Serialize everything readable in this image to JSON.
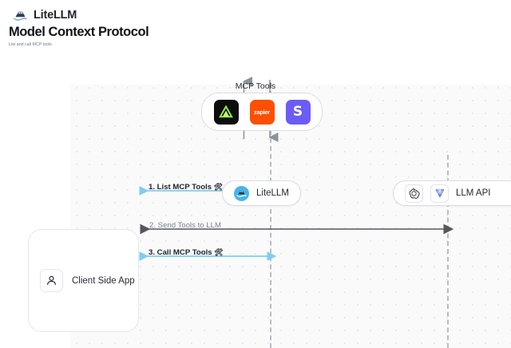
{
  "header": {
    "brand": "LiteLLM",
    "brand_logo_icon": "litellm-ship-icon",
    "title": "Model Context Protocol",
    "subtitle": "List and call MCP tools"
  },
  "diagram": {
    "tools_group": {
      "label": "MCP Tools",
      "tools": [
        {
          "name": "alpha-tool-icon",
          "text": "",
          "color": "#0d0d0d",
          "glyph": "triangle"
        },
        {
          "name": "zapier-tool-icon",
          "text": "zapier",
          "color": "#ff4f00",
          "glyph": "text"
        },
        {
          "name": "slack-s-tool-icon",
          "text": "S",
          "color": "#6b5cf6",
          "glyph": "text"
        }
      ]
    },
    "nodes": [
      {
        "id": "litellm",
        "label": "LiteLLM",
        "icon": "litellm-avatar-icon"
      },
      {
        "id": "llm_api",
        "label": "LLM API",
        "icons": [
          "openai-icon",
          "vertex-ai-icon"
        ]
      },
      {
        "id": "client",
        "label": "Client Side App",
        "icon": "user-person-icon"
      }
    ],
    "edges": [
      {
        "id": "e1",
        "label": "1. List MCP Tools",
        "emoji": "🛠",
        "color": "#7fcdf4",
        "direction": "bidirectional"
      },
      {
        "id": "e2",
        "label": "2. Send Tools to LLM",
        "emoji": "",
        "color": "#53585f",
        "direction": "bidirectional"
      },
      {
        "id": "e3",
        "label": "3. Call MCP Tools",
        "emoji": "🛠",
        "color": "#7fcdf4",
        "direction": "bidirectional"
      }
    ],
    "colors": {
      "canvas": "#fafafa",
      "dot": "#e3e4e8",
      "lifeline": "#b9bcc2",
      "accent_blue": "#7fcdf4",
      "accent_gray": "#53585f"
    }
  }
}
